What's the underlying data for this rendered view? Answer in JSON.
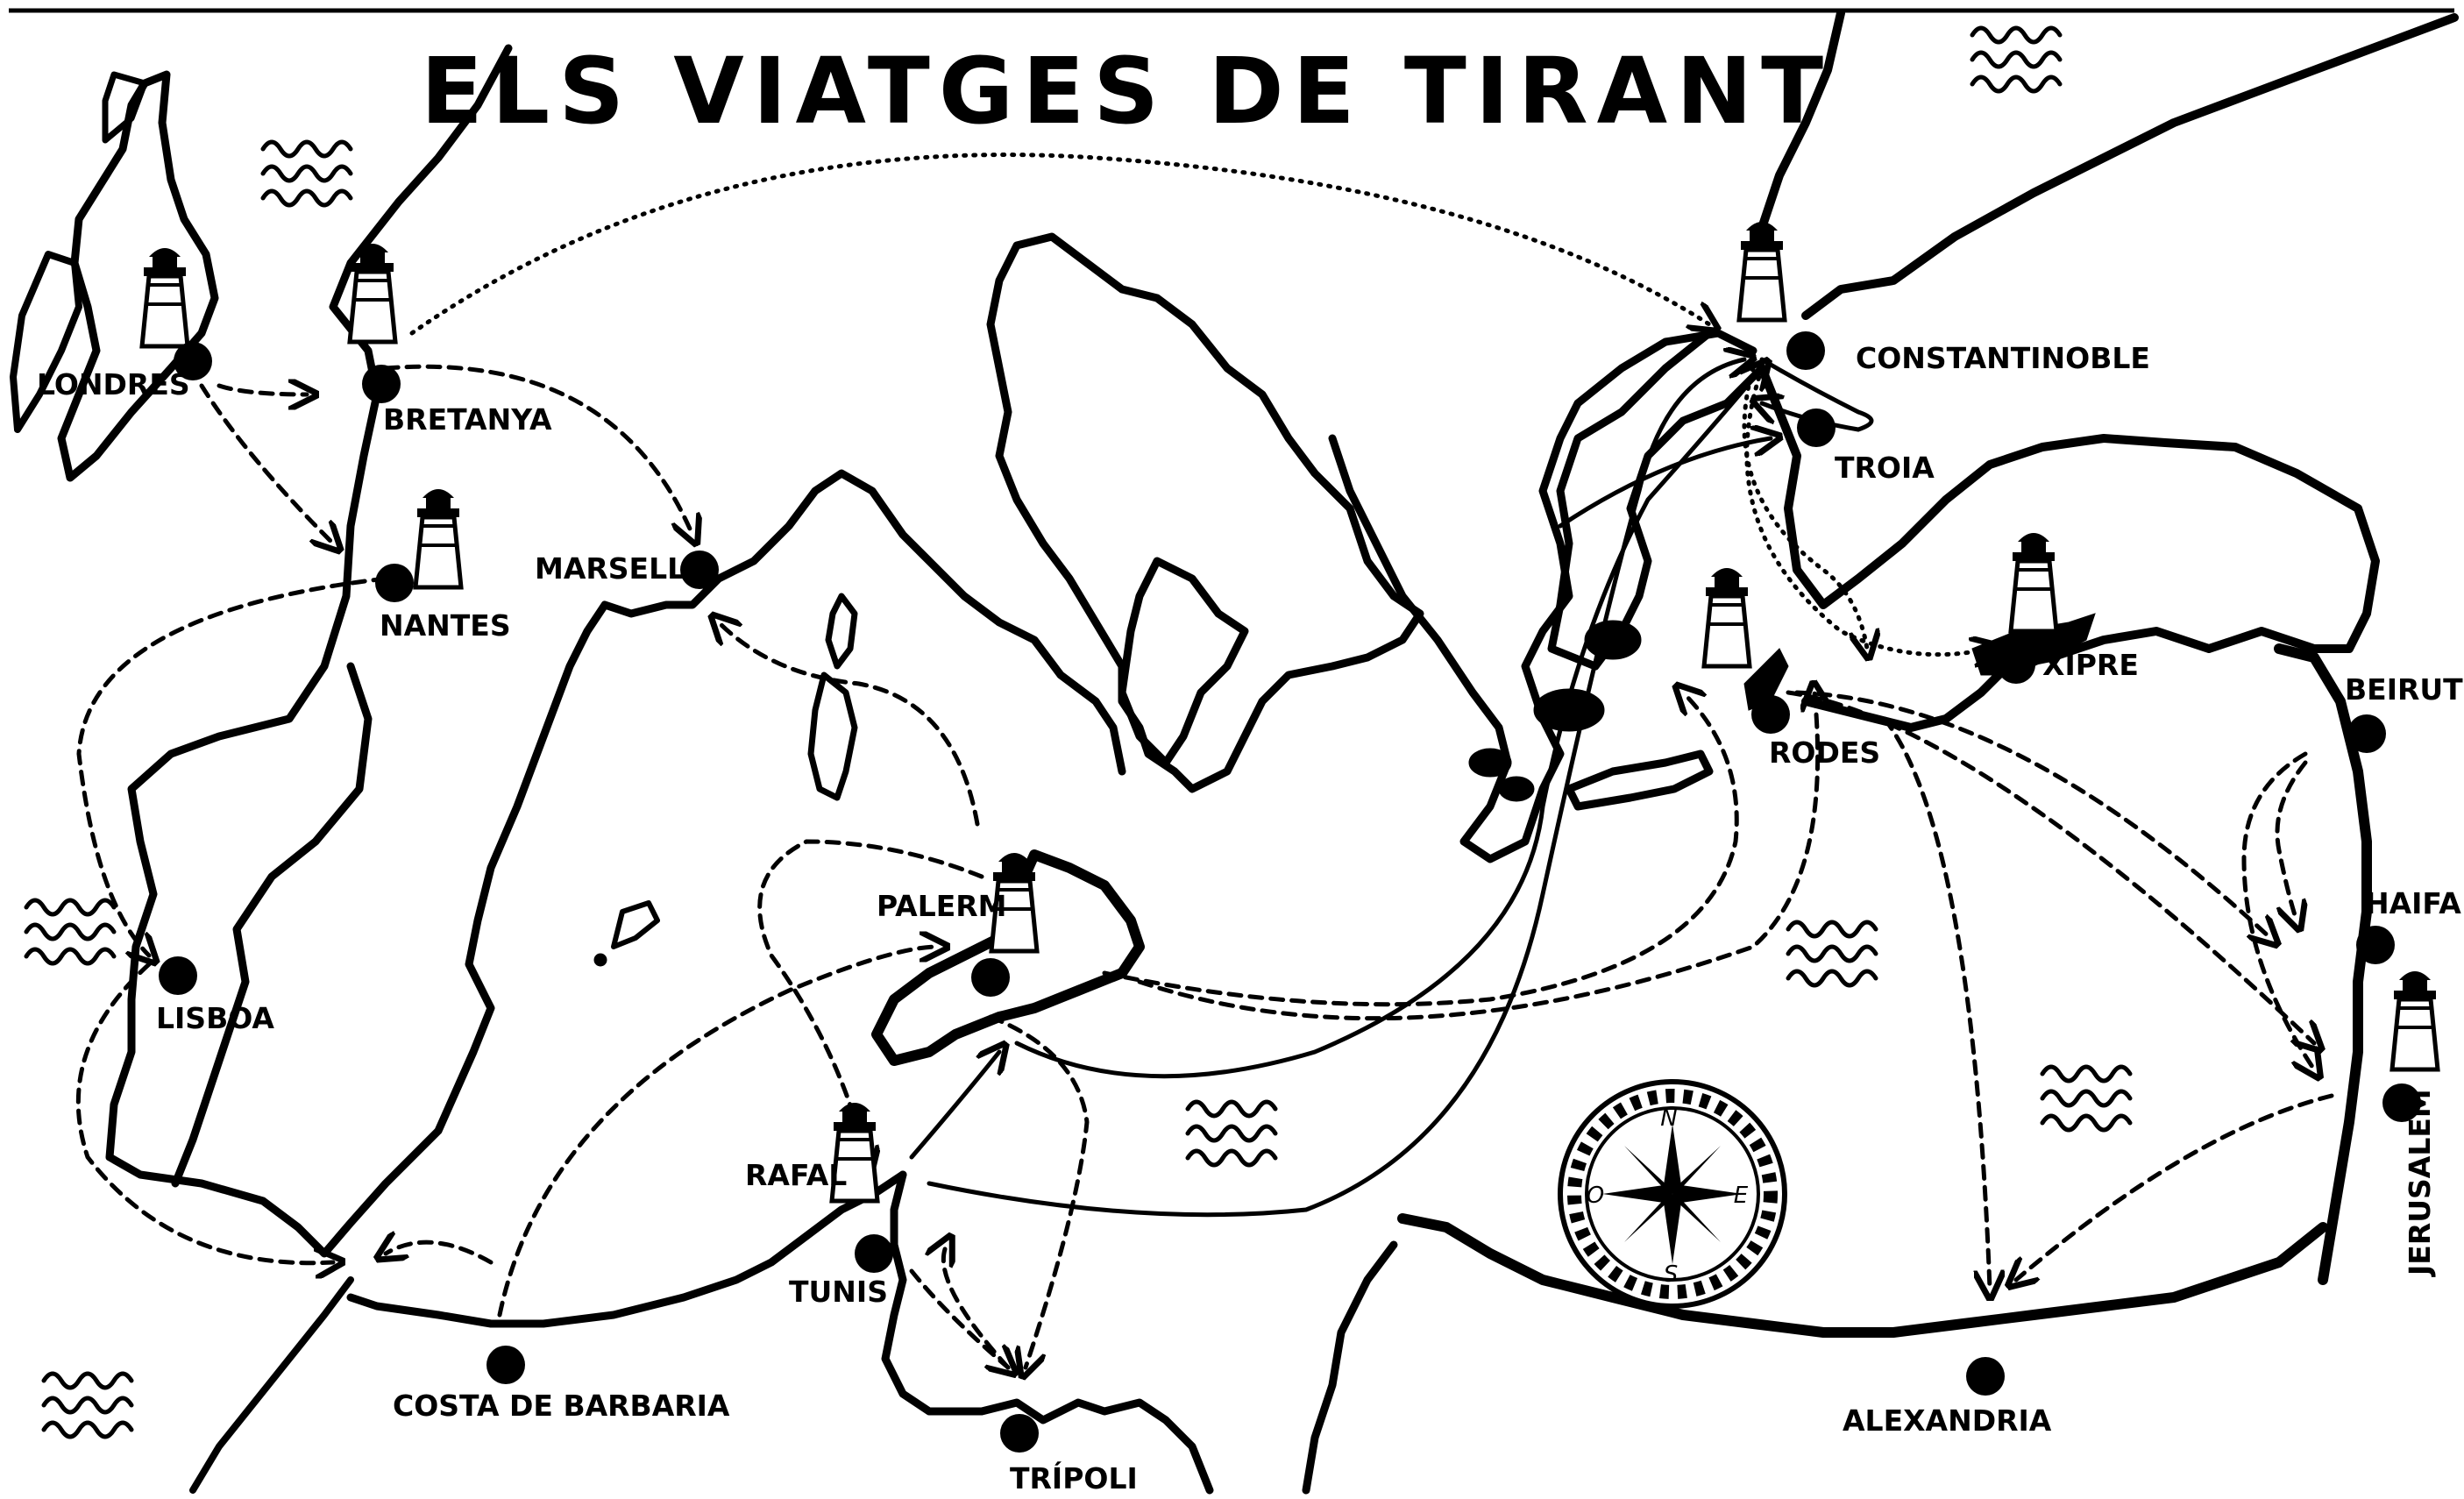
{
  "title": "ELS VIATGES DE TIRANT",
  "places": {
    "londres": "LONDRES",
    "bretanya": "BRETANYA",
    "nantes": "NANTES",
    "marsella": "MARSELLA",
    "lisboa": "LISBOA",
    "palerm": "PALERM",
    "rafal": "RAFAL",
    "tunis": "TUNIS",
    "costa_barbaria": "COSTA DE BARBARIA",
    "tripoli": "TRÍPOLI",
    "constantinoble": "CONSTANTINOBLE",
    "troia": "TROIA",
    "xipre": "XIPRE",
    "rodes": "RODES",
    "beirut": "BEIRUT",
    "haifa": "HAIFA",
    "jerusalem": "JERUSALEM",
    "alexandria": "ALEXANDRIA"
  },
  "compass": {
    "north": "N",
    "south": "S",
    "east": "E",
    "west": "O"
  },
  "icons": {
    "lighthouse": "lighthouse-icon",
    "compass": "compass-rose-icon",
    "sea": "sea-waves-icon"
  },
  "colors": {
    "ink": "#000000",
    "paper": "#ffffff"
  }
}
